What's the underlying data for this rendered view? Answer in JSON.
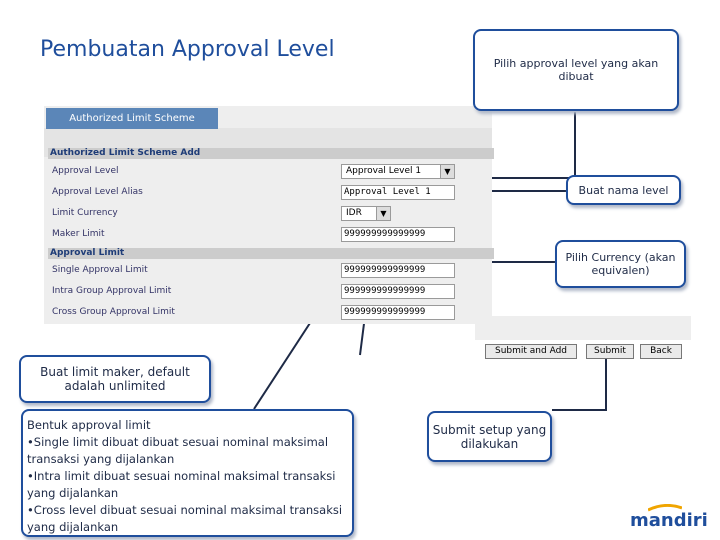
{
  "slide": {
    "title": "Pembuatan Approval Level"
  },
  "form": {
    "tab_label": "Authorized Limit Scheme",
    "section_add": "Authorized Limit Scheme Add",
    "section_approval": "Approval Limit",
    "fields": {
      "approval_level": {
        "label": "Approval Level",
        "value": "Approval Level 1"
      },
      "approval_alias": {
        "label": "Approval Level Alias",
        "value": "Approval Level 1"
      },
      "limit_currency": {
        "label": "Limit Currency",
        "value": "IDR"
      },
      "maker_limit": {
        "label": "Maker Limit",
        "value": "999999999999999"
      },
      "single_limit": {
        "label": "Single Approval Limit",
        "value": "999999999999999"
      },
      "intra_group_limit": {
        "label": "Intra Group Approval Limit",
        "value": "999999999999999"
      },
      "cross_group_limit": {
        "label": "Cross Group Approval Limit",
        "value": "999999999999999"
      }
    },
    "buttons": {
      "submit_add": "Submit and Add",
      "submit": "Submit",
      "back": "Back"
    }
  },
  "callouts": {
    "approval_level": "Pilih approval level yang akan dibuat",
    "nama_level": "Buat nama level",
    "currency": "Pilih Currency (akan equivalen)",
    "maker": "Buat limit maker, default adalah unlimited",
    "bentuk": {
      "title": "Bentuk approval limit",
      "line1": "•Single limit dibuat dibuat sesuai nominal maksimal transaksi yang dijalankan",
      "line2": "•Intra limit dibuat sesuai nominal maksimal transaksi yang dijalankan",
      "line3": "•Cross level dibuat sesuai nominal maksimal transaksi yang dijalankan"
    },
    "submit": "Submit setup yang dilakukan"
  },
  "brand": {
    "logo": "mandiri",
    "color": "#1f4e9c"
  }
}
